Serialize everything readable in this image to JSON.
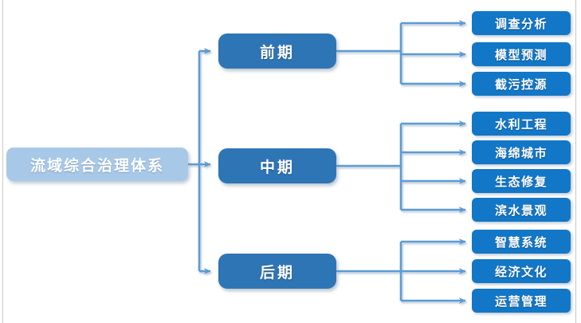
{
  "diagram": {
    "type": "horizontal-tree",
    "root": {
      "label": "流域综合治理体系",
      "color": "#a8c8e8"
    },
    "stage_color": "#2e75b6",
    "leaf_color": "#1277c7",
    "connector_color": "#5b9bd5",
    "branches": [
      {
        "stage": "前期",
        "leaves": [
          "调查分析",
          "模型预测",
          "截污控源"
        ]
      },
      {
        "stage": "中期",
        "leaves": [
          "水利工程",
          "海绵城市",
          "生态修复",
          "滨水景观"
        ]
      },
      {
        "stage": "后期",
        "leaves": [
          "智慧系统",
          "经济文化",
          "运营管理"
        ]
      }
    ]
  }
}
